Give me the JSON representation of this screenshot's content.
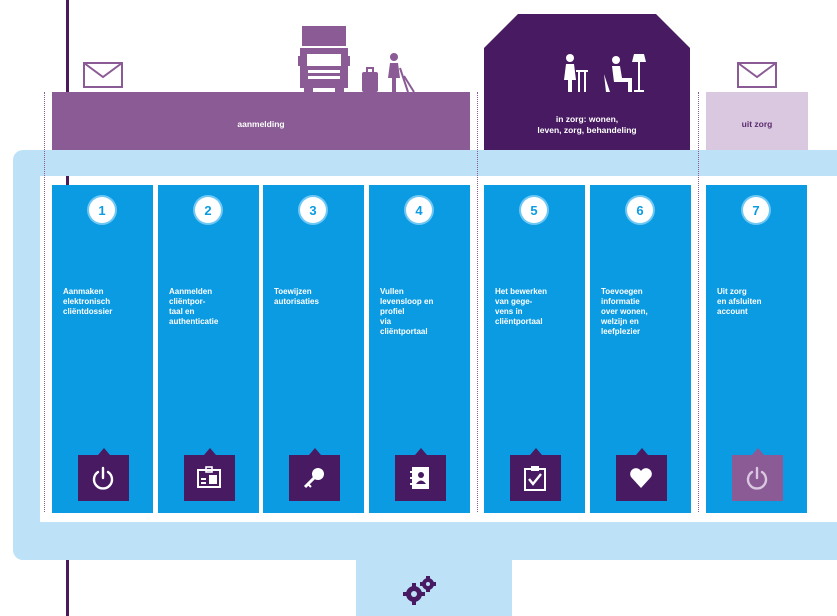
{
  "bands": {
    "aanmelding": "aanmelding",
    "in_zorg_line1": "in zorg: wonen,",
    "in_zorg_line2": "leven, zorg, behandeling",
    "uit_zorg": "uit zorg"
  },
  "steps": [
    {
      "number": "1",
      "label": "Aanmaken\nelektronisch\ncliëntdossier",
      "icon": "power-icon"
    },
    {
      "number": "2",
      "label": "Aanmelden\ncliëntpor-\ntaal en\nauthenticatie",
      "icon": "id-card-icon"
    },
    {
      "number": "3",
      "label": "Toewijzen\nautorisaties",
      "icon": "key-icon"
    },
    {
      "number": "4",
      "label": "Vullen\nlevensloop en\nprofiel\nvia\ncliëntportaal",
      "icon": "address-book-icon"
    },
    {
      "number": "5",
      "label": "Het bewerken\nvan gege-\nvens in\ncliëntportaal",
      "icon": "clipboard-check-icon"
    },
    {
      "number": "6",
      "label": "Toevoegen\ninformatie\nover wonen,\nwelzijn en\nleefplezier",
      "icon": "heart-icon"
    },
    {
      "number": "7",
      "label": "Uit zorg\nen afsluiten\naccount",
      "icon": "power-icon"
    }
  ],
  "colors": {
    "step_blue": "#0b9be3",
    "dark_purple": "#471a62",
    "mid_purple": "#8a5b94",
    "light_purple": "#d9c8df",
    "monitor_blue": "#bde2f7"
  }
}
